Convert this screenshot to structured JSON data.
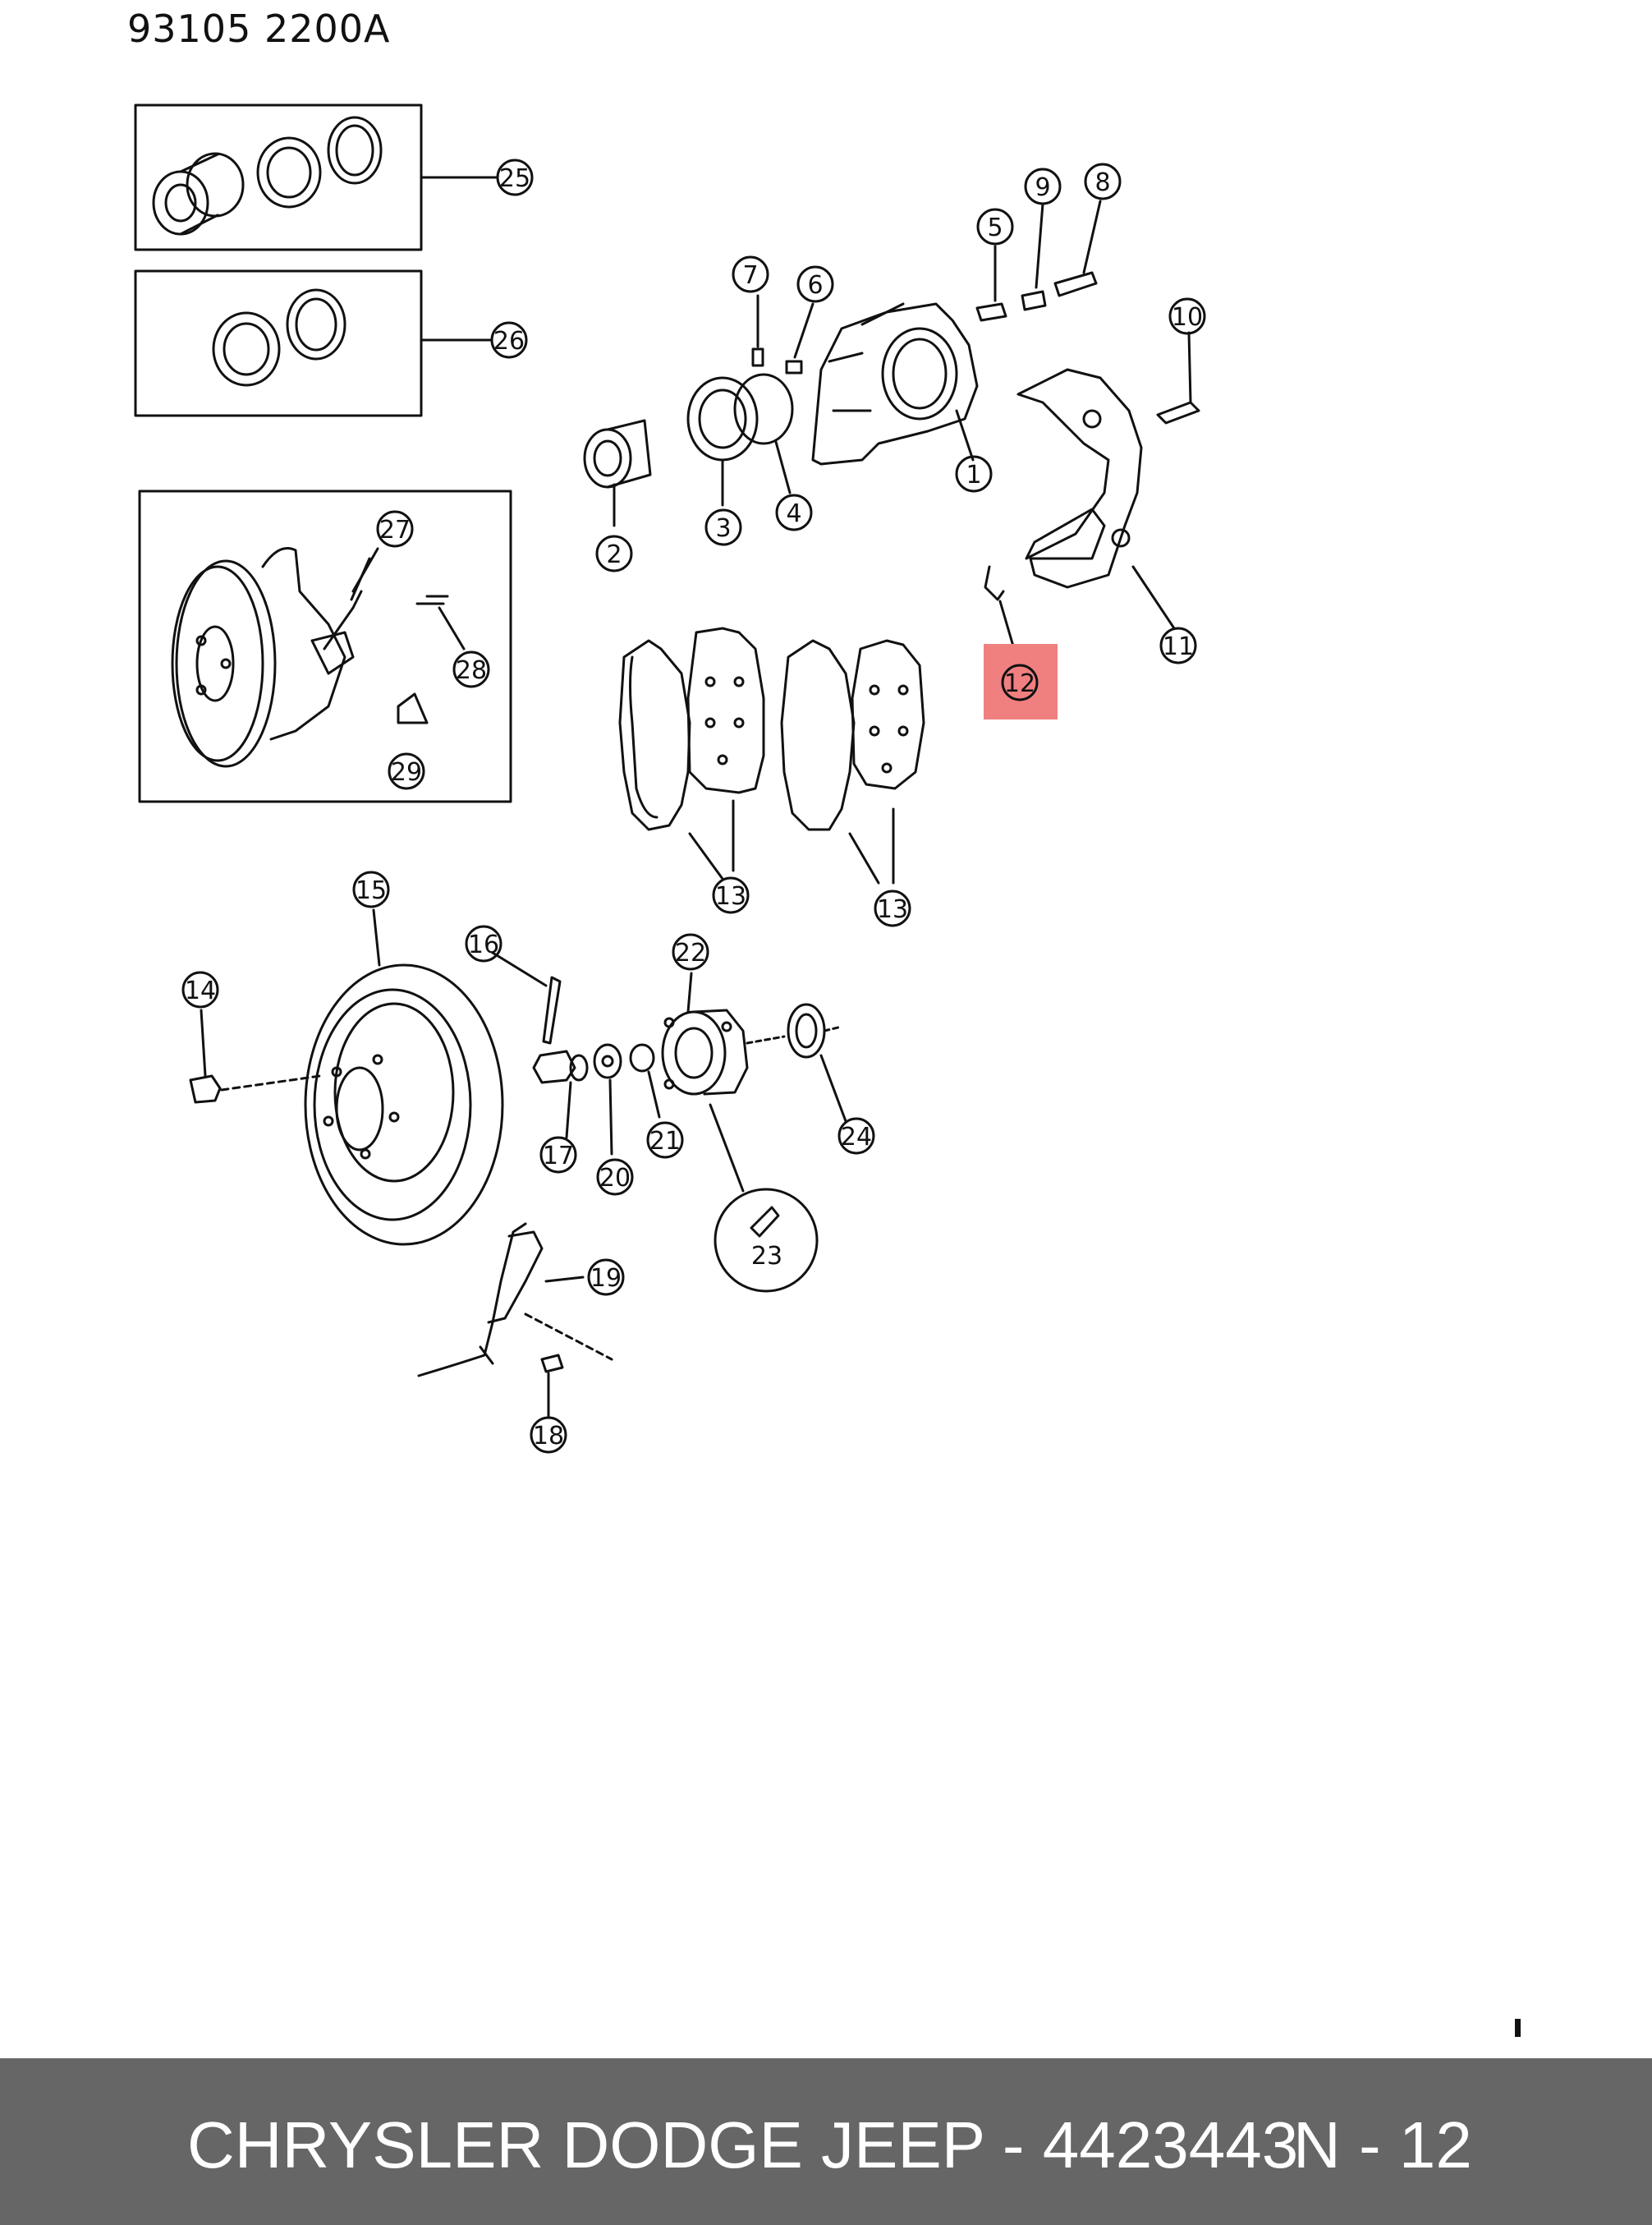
{
  "header": {
    "doc_code": "93105  2200A"
  },
  "callouts": [
    {
      "id": "callout-1",
      "label": "1"
    },
    {
      "id": "callout-2",
      "label": "2"
    },
    {
      "id": "callout-3",
      "label": "3"
    },
    {
      "id": "callout-4",
      "label": "4"
    },
    {
      "id": "callout-5",
      "label": "5"
    },
    {
      "id": "callout-6",
      "label": "6"
    },
    {
      "id": "callout-7",
      "label": "7"
    },
    {
      "id": "callout-8",
      "label": "8"
    },
    {
      "id": "callout-9",
      "label": "9"
    },
    {
      "id": "callout-10",
      "label": "10"
    },
    {
      "id": "callout-11",
      "label": "11"
    },
    {
      "id": "callout-12",
      "label": "12"
    },
    {
      "id": "callout-13a",
      "label": "13"
    },
    {
      "id": "callout-13b",
      "label": "13"
    },
    {
      "id": "callout-14",
      "label": "14"
    },
    {
      "id": "callout-15",
      "label": "15"
    },
    {
      "id": "callout-16",
      "label": "16"
    },
    {
      "id": "callout-17",
      "label": "17"
    },
    {
      "id": "callout-18",
      "label": "18"
    },
    {
      "id": "callout-19",
      "label": "19"
    },
    {
      "id": "callout-20",
      "label": "20"
    },
    {
      "id": "callout-21",
      "label": "21"
    },
    {
      "id": "callout-22",
      "label": "22"
    },
    {
      "id": "callout-23",
      "label": "23"
    },
    {
      "id": "callout-24",
      "label": "24"
    },
    {
      "id": "callout-25",
      "label": "25"
    },
    {
      "id": "callout-26",
      "label": "26"
    },
    {
      "id": "callout-27",
      "label": "27"
    },
    {
      "id": "callout-28",
      "label": "28"
    },
    {
      "id": "callout-29",
      "label": "29"
    }
  ],
  "highlight": {
    "label": "12",
    "color": "#f08080"
  },
  "footer": {
    "brand_part": "CHRYSLER DODGE JEEP - 4423443",
    "page": "N - 12",
    "background": "#666666",
    "text_color": "#ffffff"
  }
}
